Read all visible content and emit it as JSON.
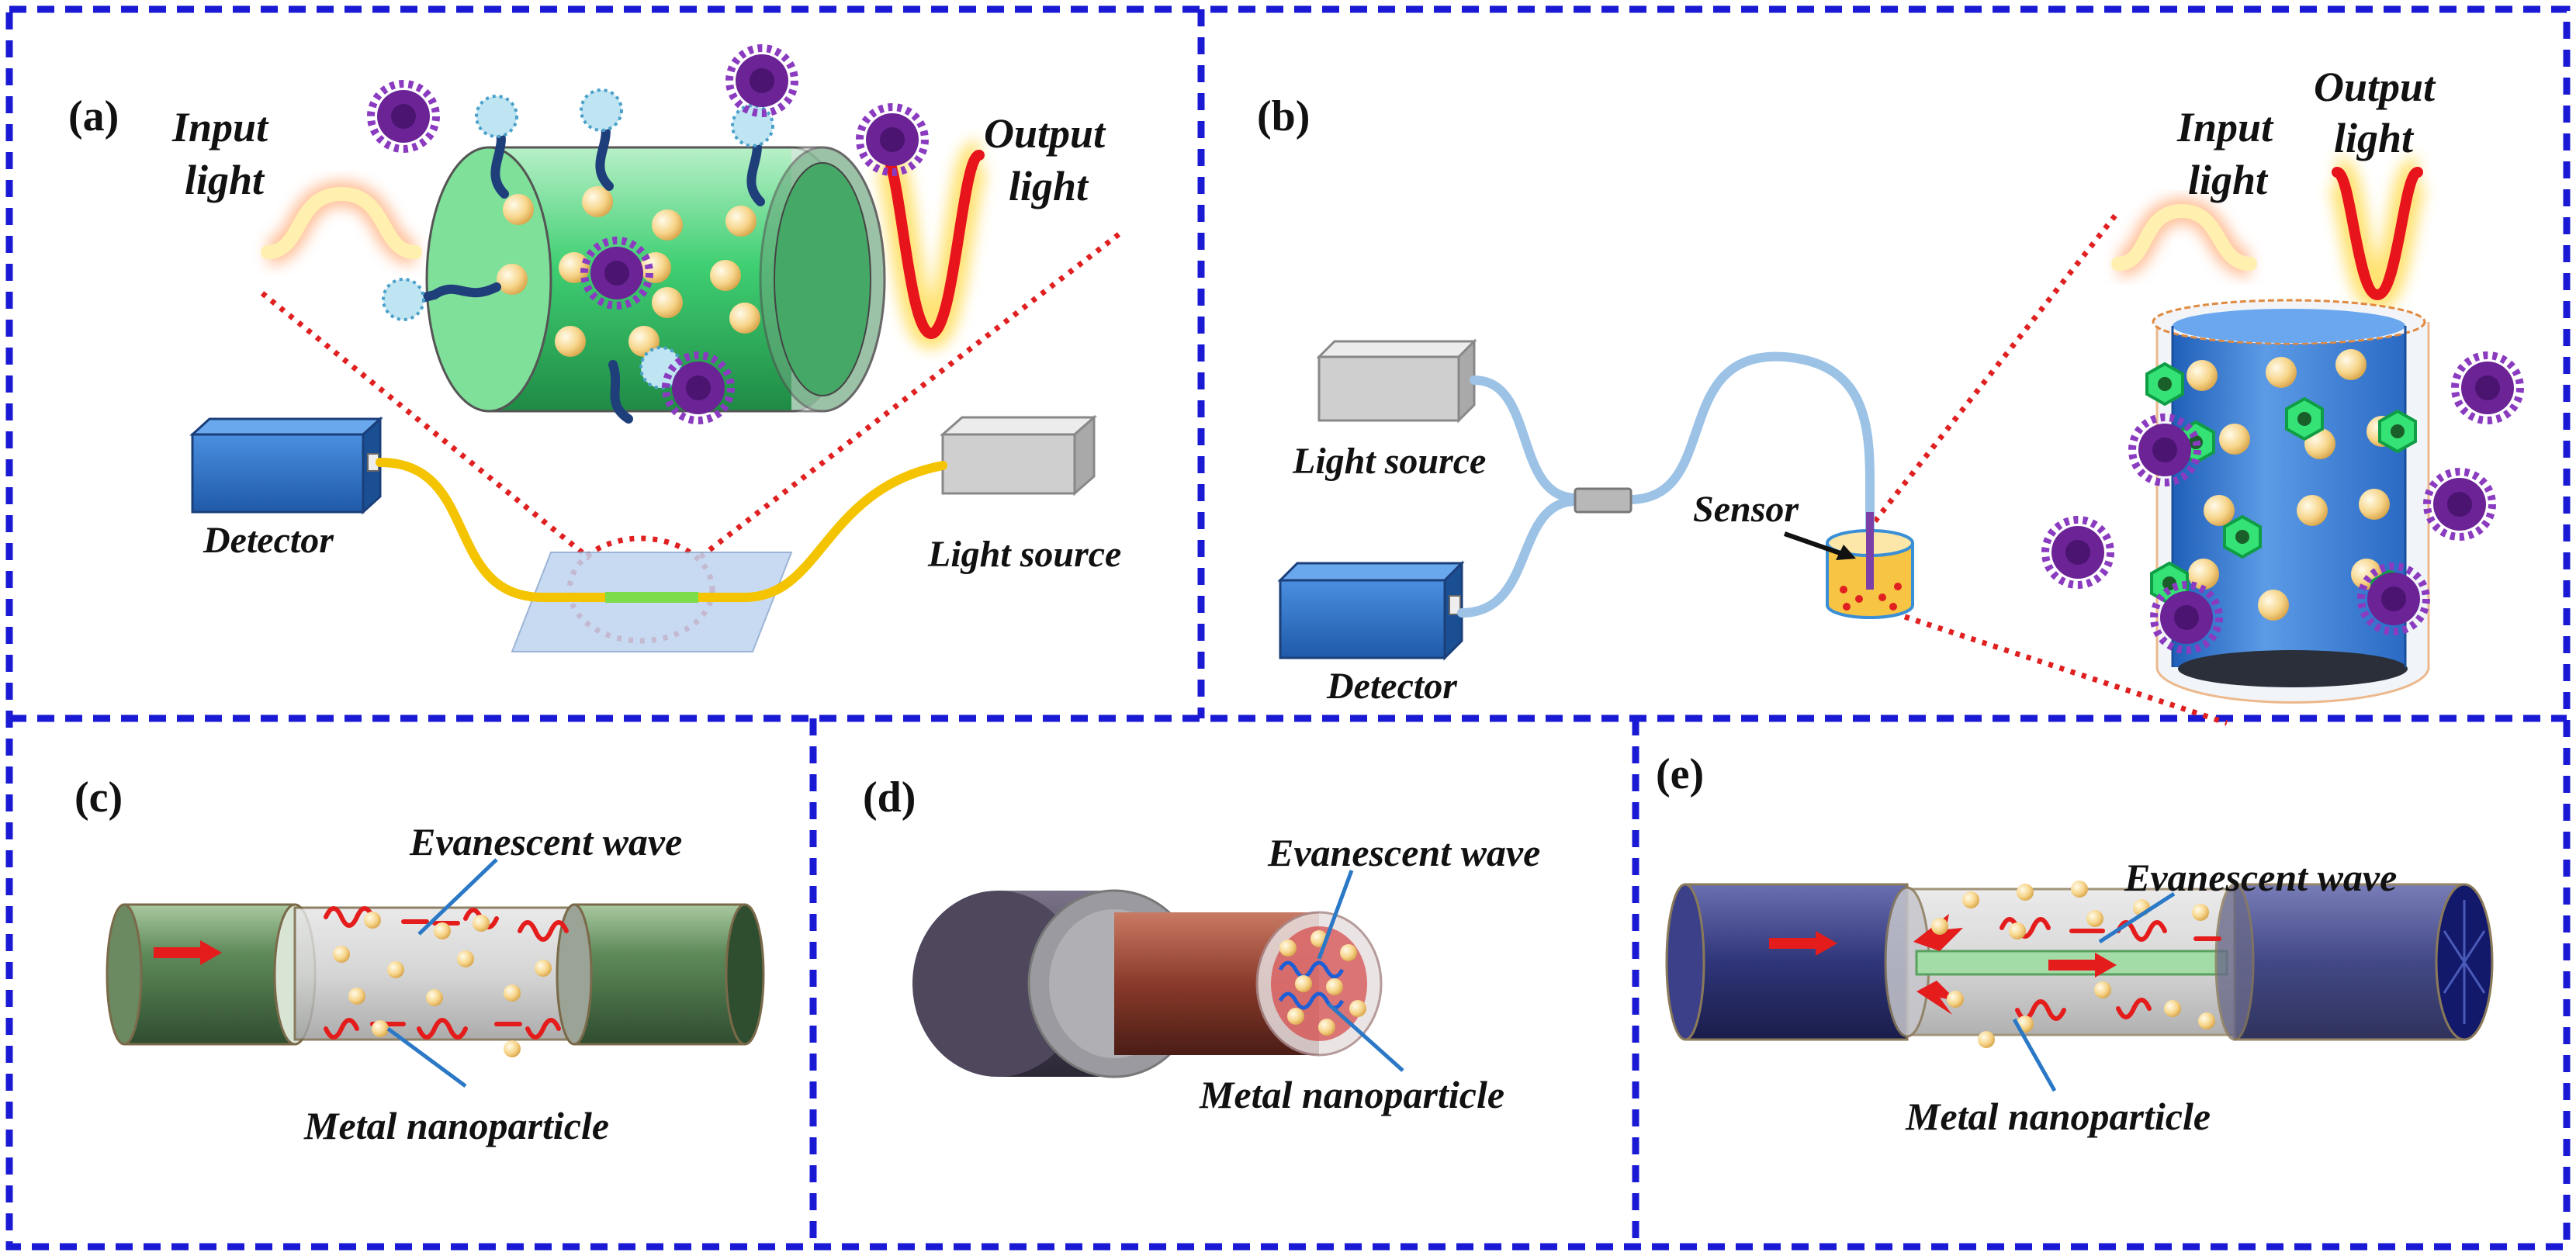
{
  "colors": {
    "border": "#1a1ad4",
    "zoom_line": "#e02020",
    "fiber_yellow": "#f5c400",
    "fiber_blue": "#9cc2e6",
    "device_blue": "#2f73c4",
    "device_gray": "#c8c8c8",
    "nanoparticle": "#f7d58a",
    "analyte": "#7a2aa8",
    "receptor": "#2ee06a",
    "wave": "#e41c1c",
    "annotation_line": "#2a78c6"
  },
  "panels": {
    "a": {
      "label": "(a)",
      "input_light": "Input\nlight",
      "output_light": "Output\nlight",
      "detector": "Detector",
      "light_source": "Light source",
      "icons": [
        "cylinder-fiber-section",
        "analyte-virus-icon",
        "nanoparticle-icon",
        "detector-box",
        "light-source-box"
      ]
    },
    "b": {
      "label": "(b)",
      "input_light": "Input\nlight",
      "output_light": "Output\nlight",
      "light_source": "Light source",
      "detector": "Detector",
      "sensor": "Sensor",
      "icons": [
        "coupler-icon",
        "sensor-vial-icon",
        "probe-cylinder",
        "analyte-virus-icon",
        "receptor-hexagon-icon"
      ]
    },
    "c": {
      "label": "(c)",
      "evanescent_wave": "Evanescent wave",
      "metal_nanoparticle": "Metal nanoparticle"
    },
    "d": {
      "label": "(d)",
      "evanescent_wave": "Evanescent wave",
      "metal_nanoparticle": "Metal nanoparticle"
    },
    "e": {
      "label": "(e)",
      "evanescent_wave": "Evanescent wave",
      "metal_nanoparticle": "Metal nanoparticle"
    }
  }
}
